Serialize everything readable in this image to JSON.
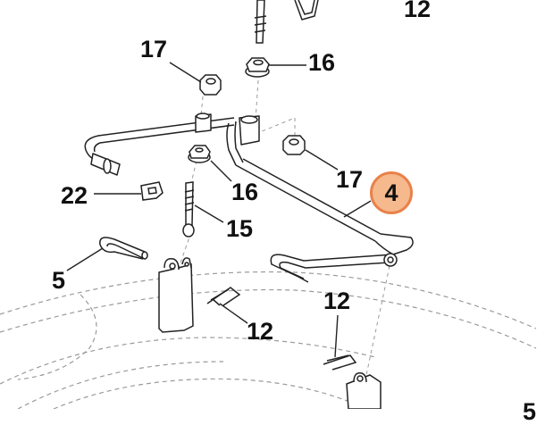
{
  "callouts": {
    "c12_top": "12",
    "c17_top": "17",
    "c16_top": "16",
    "c17_right": "17",
    "c4": "4",
    "c22": "22",
    "c16_mid": "16",
    "c15": "15",
    "c5_left": "5",
    "c12_mid": "12",
    "c12_bottom": "12",
    "c5_corner": "5"
  },
  "highlight": {
    "part": "4",
    "fill": "#f6b98e",
    "stroke": "#e8824a"
  },
  "colors": {
    "line": "#222222",
    "dashed": "#9a9a9a",
    "background": "#ffffff"
  }
}
